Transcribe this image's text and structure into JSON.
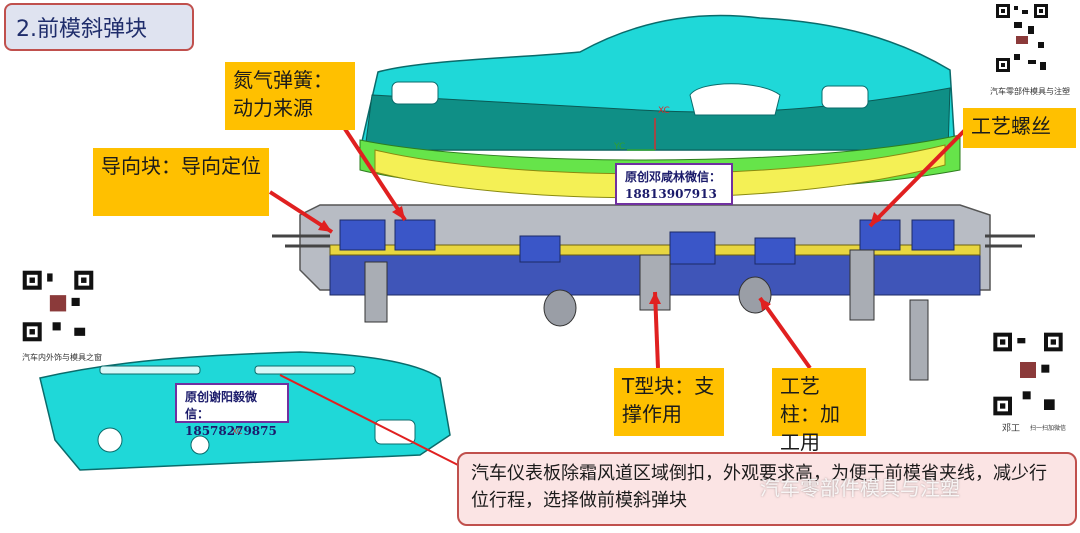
{
  "title": "2.前模斜弹块",
  "callouts": {
    "nitrogen_spring": "氮气弹簧：动力来源",
    "guide_block": "导向块：导向定位",
    "process_screw": "工艺螺丝",
    "t_block": "T型块：支撑作用",
    "process_column": "工艺柱：加工用"
  },
  "watermarks": {
    "top": {
      "line1": "原创邓咸林微信：",
      "line2": "18813907913"
    },
    "bottom": {
      "line1": "原创谢阳毅微信：",
      "line2": "18578279875"
    },
    "overlay": "汽车零部件模具与注塑"
  },
  "note": "汽车仪表板除霜风道区域倒扣，外观要求高，为便于前模省夹线，减少行位行程，选择做前模斜弹块",
  "qr_captions": {
    "top_right": "汽车零部件模具与注塑",
    "left": "汽车内外饰与模具之窗",
    "right_name": "邓工",
    "right_sub": "扫一扫加微信"
  },
  "axis_labels": {
    "xc_top": "XC",
    "yc": "YC",
    "xc_small": "XC"
  },
  "colors": {
    "callout": "#ffc000",
    "arrow": "#e02020",
    "part": "#1fd8d8",
    "title_border": "#c0504d"
  }
}
